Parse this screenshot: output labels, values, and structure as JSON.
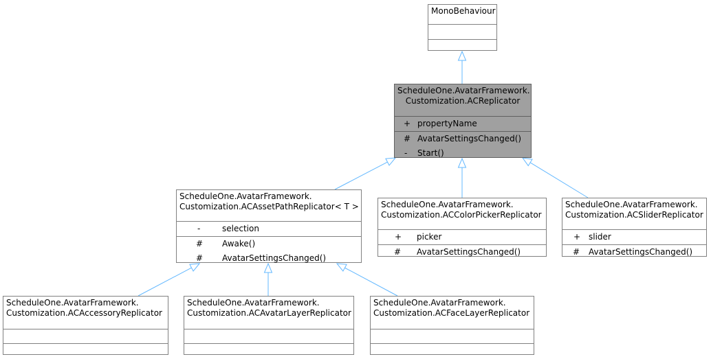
{
  "classes": {
    "mono": {
      "title": [
        "MonoBehaviour"
      ]
    },
    "acr": {
      "title": [
        "ScheduleOne.AvatarFramework.",
        "Customization.ACReplicator"
      ],
      "attributes": [
        {
          "vis": "+",
          "name": "propertyName"
        }
      ],
      "methods": [
        {
          "vis": "#",
          "name": "AvatarSettingsChanged()"
        },
        {
          "vis": "-",
          "name": "Start()"
        }
      ]
    },
    "asset": {
      "title": [
        "ScheduleOne.AvatarFramework.",
        "Customization.ACAssetPathReplicator< T >"
      ],
      "attributes": [
        {
          "vis": "-",
          "name": "selection"
        }
      ],
      "methods": [
        {
          "vis": "#",
          "name": "Awake()"
        },
        {
          "vis": "#",
          "name": "AvatarSettingsChanged()"
        }
      ]
    },
    "color": {
      "title": [
        "ScheduleOne.AvatarFramework.",
        "Customization.ACColorPickerReplicator"
      ],
      "attributes": [
        {
          "vis": "+",
          "name": "picker"
        }
      ],
      "methods": [
        {
          "vis": "#",
          "name": "AvatarSettingsChanged()"
        }
      ]
    },
    "slider": {
      "title": [
        "ScheduleOne.AvatarFramework.",
        "Customization.ACSliderReplicator"
      ],
      "attributes": [
        {
          "vis": "+",
          "name": "slider"
        }
      ],
      "methods": [
        {
          "vis": "#",
          "name": "AvatarSettingsChanged()"
        }
      ]
    },
    "accessory": {
      "title": [
        "ScheduleOne.AvatarFramework.",
        "Customization.ACAccessoryReplicator"
      ]
    },
    "avatarlayer": {
      "title": [
        "ScheduleOne.AvatarFramework.",
        "Customization.ACAvatarLayerReplicator"
      ]
    },
    "facelayer": {
      "title": [
        "ScheduleOne.AvatarFramework.",
        "Customization.ACFaceLayerReplicator"
      ]
    }
  },
  "colors": {
    "edge": "#63b8ff",
    "highlight_fill": "#a0a0a0",
    "border": "#808080"
  },
  "edges": [
    {
      "from": "acr",
      "to": "mono"
    },
    {
      "from": "asset",
      "to": "acr"
    },
    {
      "from": "color",
      "to": "acr"
    },
    {
      "from": "slider",
      "to": "acr"
    },
    {
      "from": "accessory",
      "to": "asset"
    },
    {
      "from": "avatarlayer",
      "to": "asset"
    },
    {
      "from": "facelayer",
      "to": "asset"
    }
  ]
}
